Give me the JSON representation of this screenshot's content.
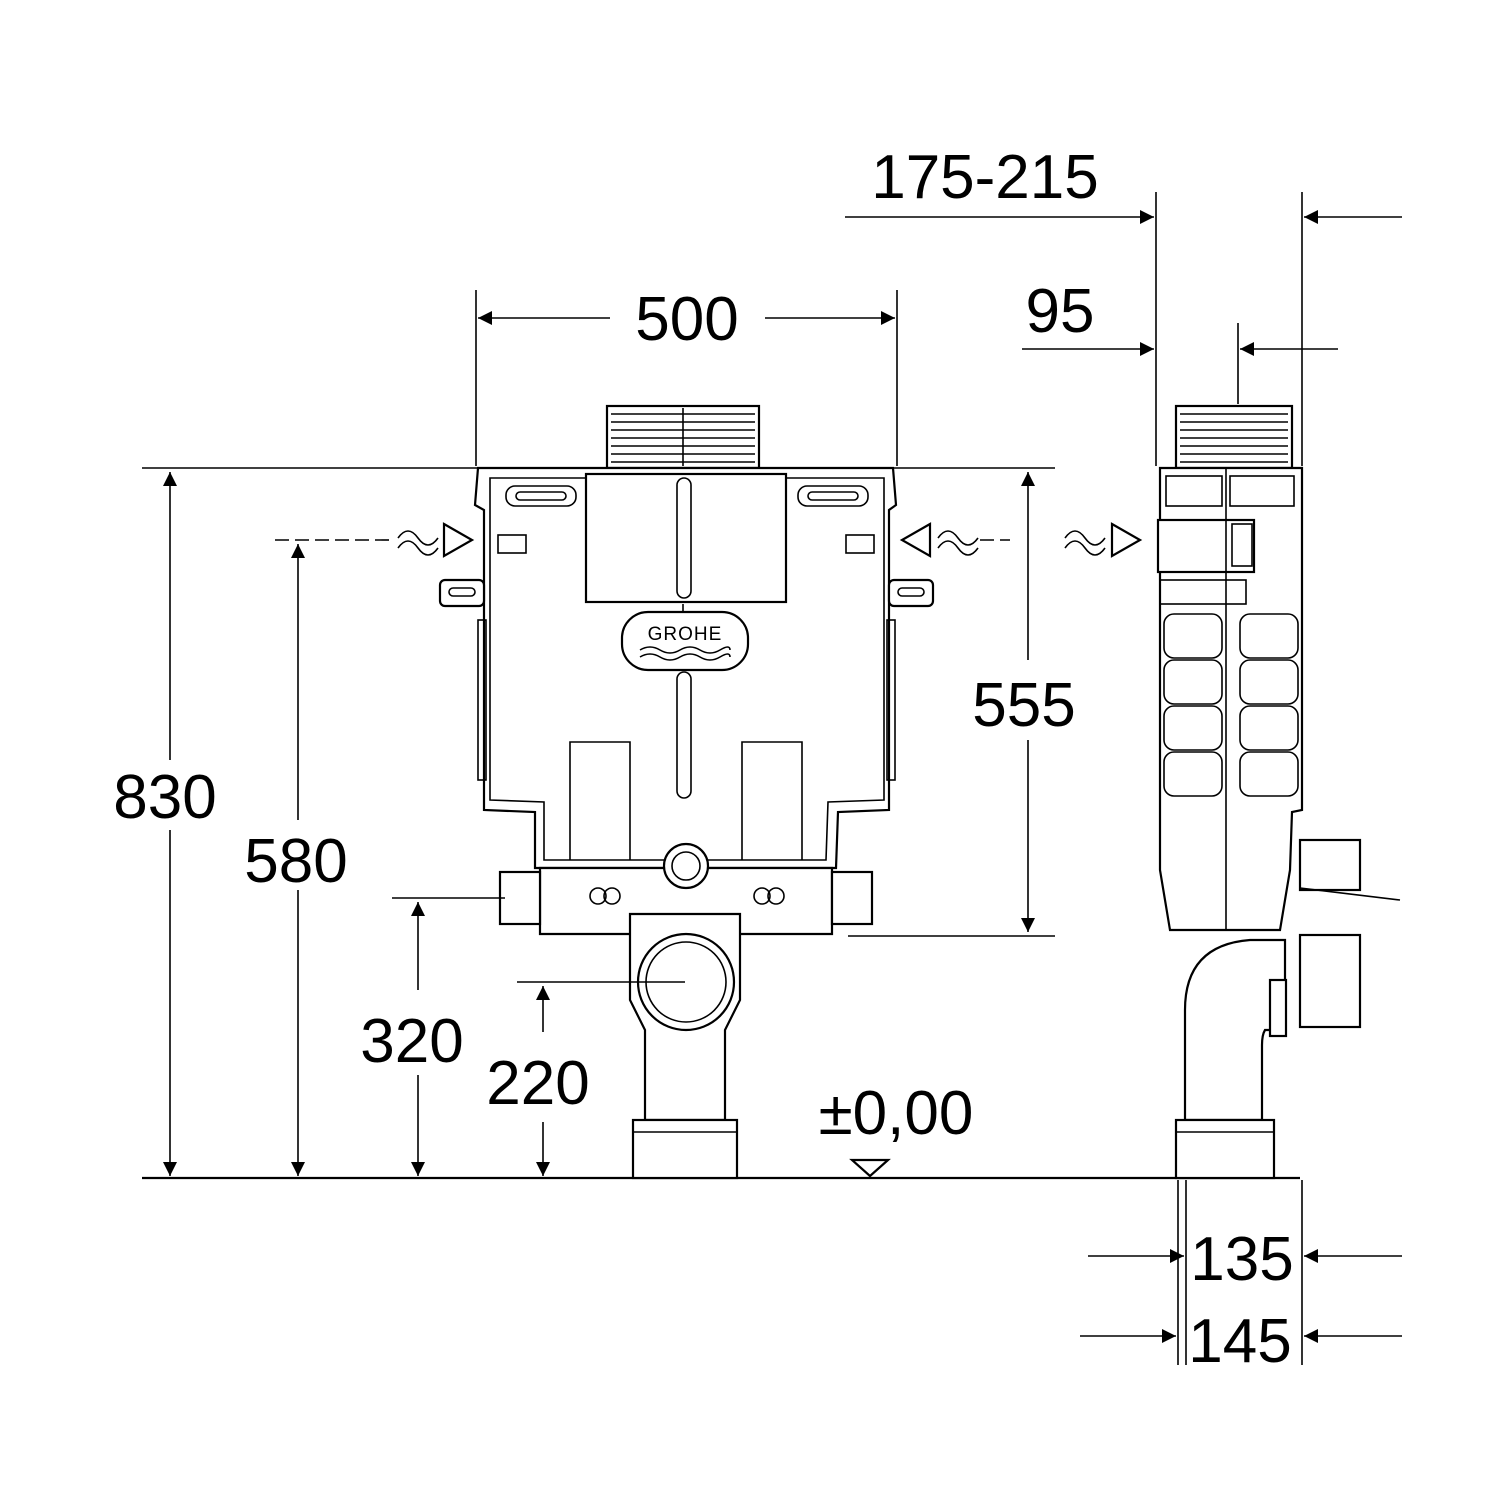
{
  "brand": "GROHE",
  "dimensions": {
    "width_500": "500",
    "depth_range": "175-215",
    "depth_95": "95",
    "height_830": "830",
    "height_580": "580",
    "height_555": "555",
    "height_320": "320",
    "height_220": "220",
    "floor_level": "±0,00",
    "depth_135": "135",
    "depth_145": "145"
  },
  "colors": {
    "line": "#000000",
    "background": "#ffffff"
  }
}
